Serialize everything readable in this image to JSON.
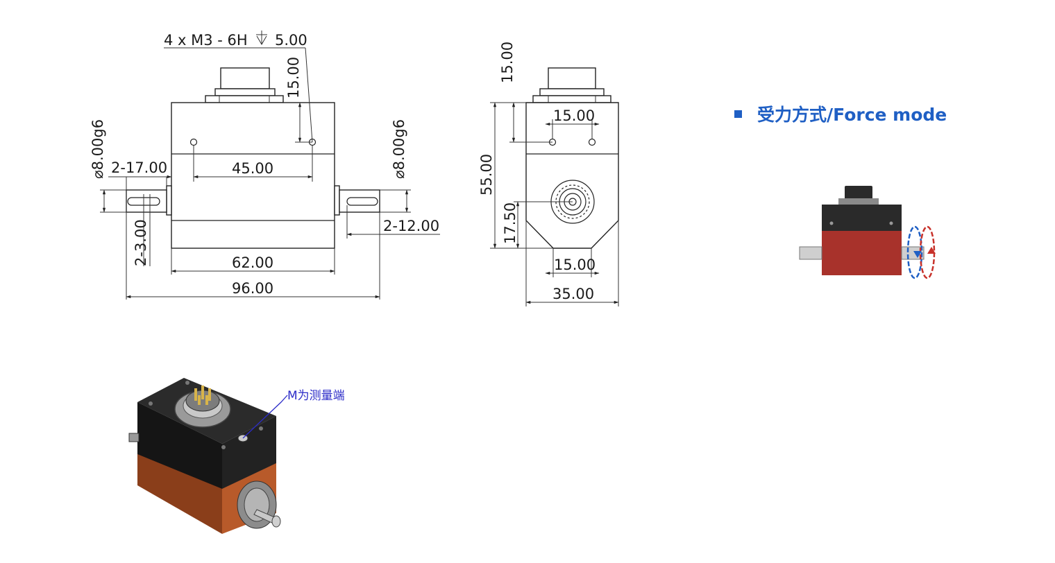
{
  "front_view": {
    "callout": "4 x  M3 - 6H",
    "callout_depth": "5.00",
    "dims": {
      "top_offset": "15.00",
      "hole_spacing": "45.00",
      "left_key": "2-17.00",
      "left_shaft_dia": "⌀8.00g6",
      "left_key_width": "2-3.00",
      "right_shaft_dia": "⌀8.00g6",
      "right_key": "2-12.00",
      "body_length": "62.00",
      "overall_length": "96.00"
    }
  },
  "side_view": {
    "dims": {
      "top_height": "15.00",
      "hole_spacing": "15.00",
      "total_height": "55.00",
      "center_height": "17.50",
      "bottom_flat": "15.00",
      "width": "35.00"
    }
  },
  "force_mode": {
    "title": "受力方式/Force mode",
    "colors": {
      "title": "#1f5fc4",
      "top_block": "#2a2a2a",
      "bottom_block": "#a8322b",
      "arrow_blue": "#1f5fc4",
      "arrow_red": "#c8322b"
    }
  },
  "iso_view": {
    "note": "M为测量端",
    "colors": {
      "top_block": "#1c1c1c",
      "bottom_block": "#a8522a"
    }
  }
}
